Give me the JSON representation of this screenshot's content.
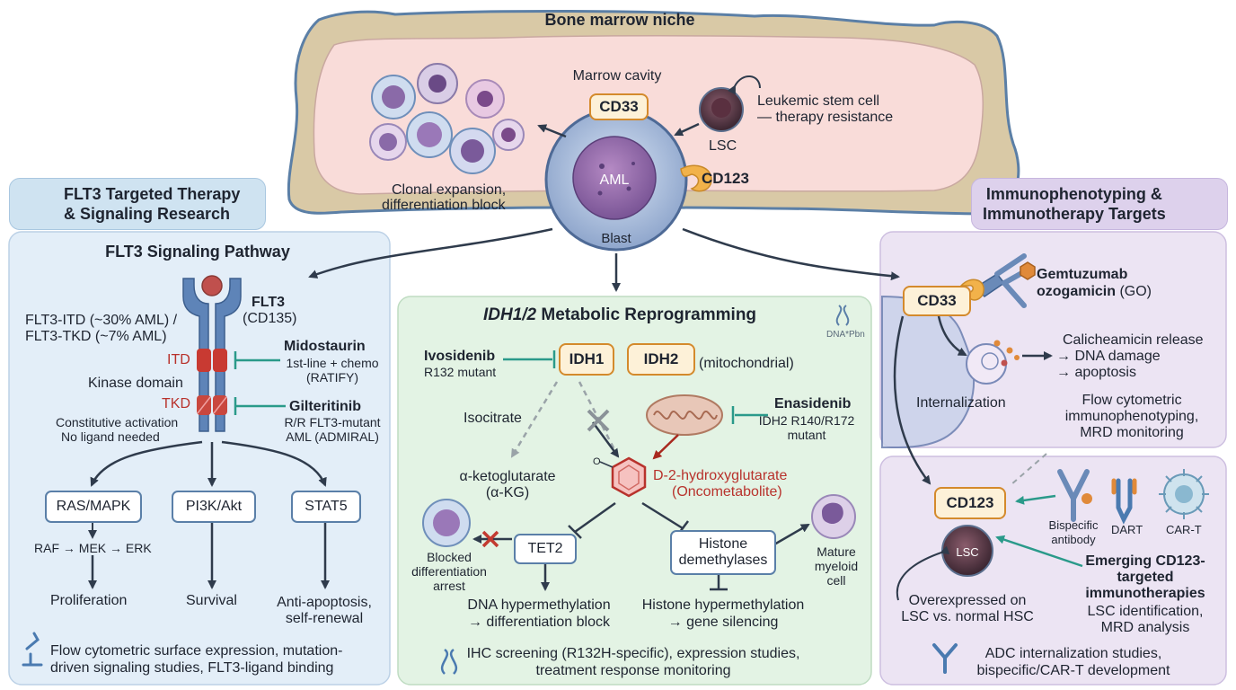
{
  "bone": {
    "title": "Bone marrow niche",
    "cavity": "Marrow cavity",
    "clonal_l1": "Clonal expansion,",
    "clonal_l2": "differentiation block",
    "lsc_desc_l1": "Leukemic stem cell",
    "lsc_desc_l2": "— therapy resistance",
    "lsc": "LSC",
    "cd33": "CD33",
    "cd123": "CD123",
    "aml": "AML",
    "blast": "Blast"
  },
  "flt3": {
    "header_l1": "FLT3 Targeted Therapy",
    "header_l2": "& Signaling Research",
    "title": "FLT3 Signaling Pathway",
    "receptor_l1": "FLT3",
    "receptor_l2": "(CD135)",
    "freq_l1": "FLT3-ITD (~30% AML) /",
    "freq_l2": "FLT3-TKD (~7% AML)",
    "itd": "ITD",
    "kinase": "Kinase domain",
    "tkd": "TKD",
    "const_l1": "Constitutive activation",
    "const_l2": "No ligand needed",
    "mido": "Midostaurin",
    "mido_l1": "1st-line + chemo",
    "mido_l2": "(RATIFY)",
    "gilt": "Gilteritinib",
    "gilt_l1": "R/R FLT3-mutant",
    "gilt_l2": "AML (ADMIRAL)",
    "ras": "RAS/MAPK",
    "pi3k": "PI3K/Akt",
    "stat5": "STAT5",
    "raf": "RAF → MEK → ERK",
    "prolif": "Proliferation",
    "survival": "Survival",
    "anti_l1": "Anti-apoptosis,",
    "anti_l2": "self-renewal",
    "foot_l1": "Flow cytometric surface expression, mutation-",
    "foot_l2": "driven signaling studies, FLT3-ligand binding"
  },
  "idh": {
    "title_italic": "IDH1/2",
    "title_rest": " Metabolic Reprogramming",
    "dna_tag": "DNA*Pbn",
    "ivo": "Ivosidenib",
    "ivo_sub": "R132 mutant",
    "idh1": "IDH1",
    "idh2": "IDH2",
    "mito": "(mitochondrial)",
    "isocitrate": "Isocitrate",
    "ena": "Enasidenib",
    "ena_l1": "IDH2 R140/R172",
    "ena_l2": "mutant",
    "akg_l1": "α-ketoglutarate",
    "akg_l2": "(α-KG)",
    "o_label": "O",
    "d2hg_l1": "D-2-hydroxyglutarate",
    "d2hg_l2": "(Oncometabolite)",
    "blocked_l1": "Blocked",
    "blocked_l2": "differentiation",
    "blocked_l3": "arrest",
    "tet2": "TET2",
    "histone_l1": "Histone",
    "histone_l2": "demethylases",
    "mature_l1": "Mature",
    "mature_l2": "myeloid",
    "mature_l3": "cell",
    "dnahyper_l1": "DNA hypermethylation",
    "dnahyper_l2": "→ differentiation block",
    "histhyper_l1": "Histone hypermethylation",
    "histhyper_l2": "→ gene silencing",
    "foot_l1": "IHC screening (R132H-specific), expression studies,",
    "foot_l2": "treatment response monitoring"
  },
  "immuno": {
    "header_l1": "Immunophenotyping &",
    "header_l2": "Immunotherapy Targets",
    "cd33": "CD33",
    "gemtu_l1": "Gemtuzumab",
    "gemtu_l2b": "ozogamicin",
    "gemtu_l2": " (GO)",
    "calich_l1": "Calicheamicin release",
    "calich_l2": "→ DNA damage",
    "calich_l3": "→ apoptosis",
    "internal": "Internalization",
    "flow_l1": "Flow cytometric",
    "flow_l2": "immunophenotyping,",
    "flow_l3": "MRD monitoring",
    "cd123": "CD123",
    "lsc": "LSC",
    "bispec_l1": "Bispecific",
    "bispec_l2": "antibody",
    "dart": "DART",
    "cart": "CAR-T",
    "emerg_l1": "Emerging CD123-",
    "emerg_l2": "targeted",
    "emerg_l3": "immunotherapies",
    "lscid_l1": "LSC identification,",
    "lscid_l2": "MRD analysis",
    "over_l1": "Overexpressed on",
    "over_l2": "LSC vs. normal HSC",
    "foot_l1": "ADC internalization studies,",
    "foot_l2": "bispecific/CAR-T development"
  }
}
